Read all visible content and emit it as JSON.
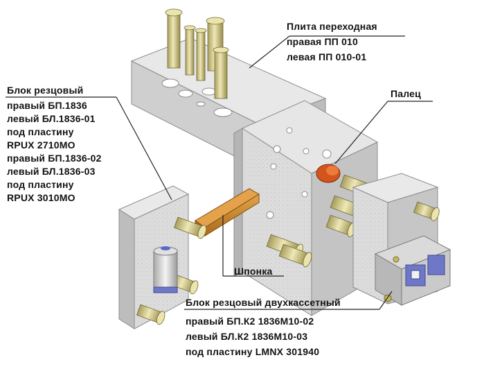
{
  "labels": {
    "plate": {
      "title": "Плита переходная",
      "line1": "правая ПП 010",
      "line2": "левая ПП 010-01"
    },
    "block": {
      "title": "Блок резцовый",
      "line1": "правый БП.1836",
      "line2": "левый БЛ.1836-01",
      "line3": "под пластину",
      "line4": "RPUX 2710MO",
      "line5": "правый БП.1836-02",
      "line6": "левый БЛ.1836-03",
      "line7": "под пластину",
      "line8": "RPUX 3010MO"
    },
    "pin": {
      "title": "Палец"
    },
    "key": {
      "title": "Шпонка"
    },
    "double_block": {
      "title": "Блок резцовый двухкассетный",
      "line1": "правый БП.К2 1836М10-02",
      "line2": "левый БЛ.К2 1836М10-03",
      "line3": "под пластину LMNX 301940"
    }
  },
  "colors": {
    "metal_light": "#e4e4e4",
    "metal_mid": "#c8c8c8",
    "metal_dark": "#9a9a9a",
    "bolt": "#cfc68a",
    "key": "#c98a2a",
    "pin": "#d0531c",
    "cassette": "#6f78c8"
  }
}
